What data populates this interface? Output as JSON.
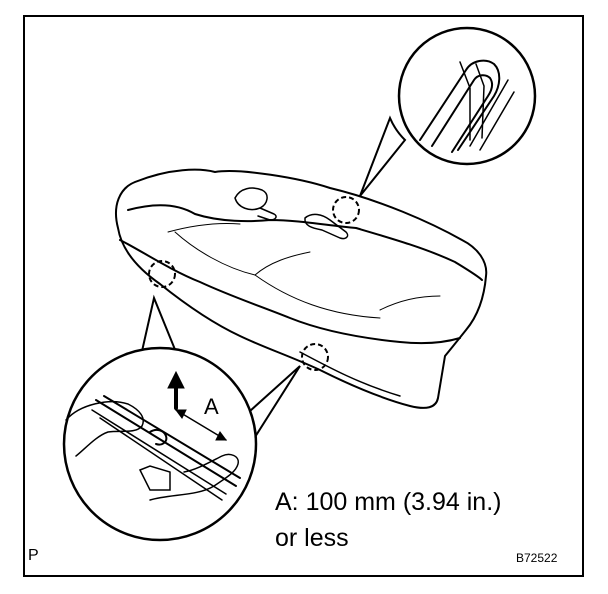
{
  "figure": {
    "dimension_label": "A",
    "note_line1": "A: 100 mm (3.94 in.)",
    "note_line2": "or less",
    "corner_mark": "P",
    "figure_code": "B72522"
  }
}
